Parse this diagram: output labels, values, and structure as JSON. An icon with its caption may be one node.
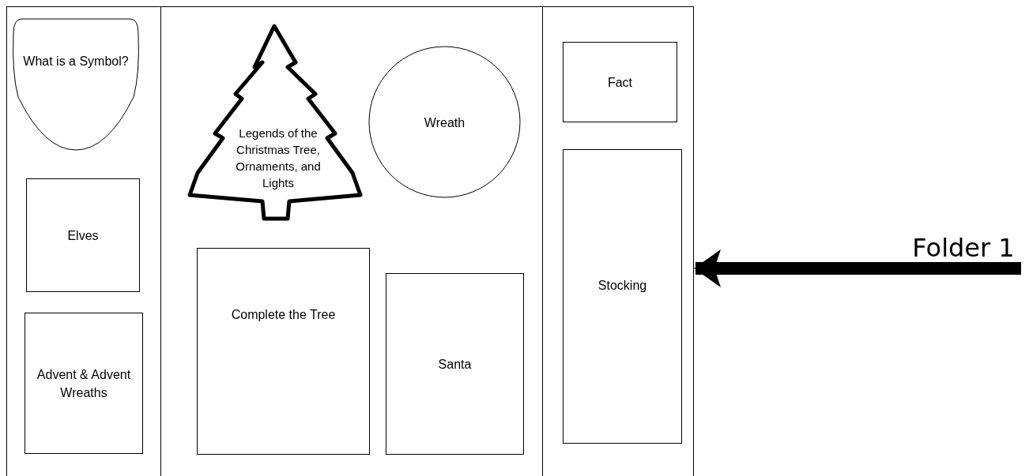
{
  "diagram": {
    "nodes": [
      {
        "text": [],
        "shape": "box"
      },
      {
        "text": [],
        "shape": "box",
        "in": 0
      },
      {
        "text": [],
        "shape": "box",
        "in": 0
      },
      {
        "text": [],
        "shape": "box",
        "in": 0
      },
      {
        "text": [
          "What is a Symbol?"
        ],
        "in": 1
      },
      {
        "text": [
          "Elves"
        ],
        "in": 1
      },
      {
        "text": [
          "Advent & Advent Wreaths"
        ],
        "in": 1
      },
      {
        "text": [
          "Legends of the Christmas Tree, Ornaments, and Lights"
        ],
        "in": 2
      },
      {
        "text": [
          "Wreath"
        ],
        "in": 2
      },
      {
        "text": [
          "Complete the Tree"
        ],
        "in": 2
      },
      {
        "text": [
          "Santa"
        ],
        "in": 2
      },
      {
        "text": [
          "Fact"
        ],
        "in": 3
      },
      {
        "text": [
          "Stocking"
        ],
        "in": 3
      },
      {
        "text": [
          "Folder 1"
        ]
      }
    ],
    "edges": [
      {
        "from": 13,
        "to": 0,
        "arrow": "to"
      }
    ]
  }
}
